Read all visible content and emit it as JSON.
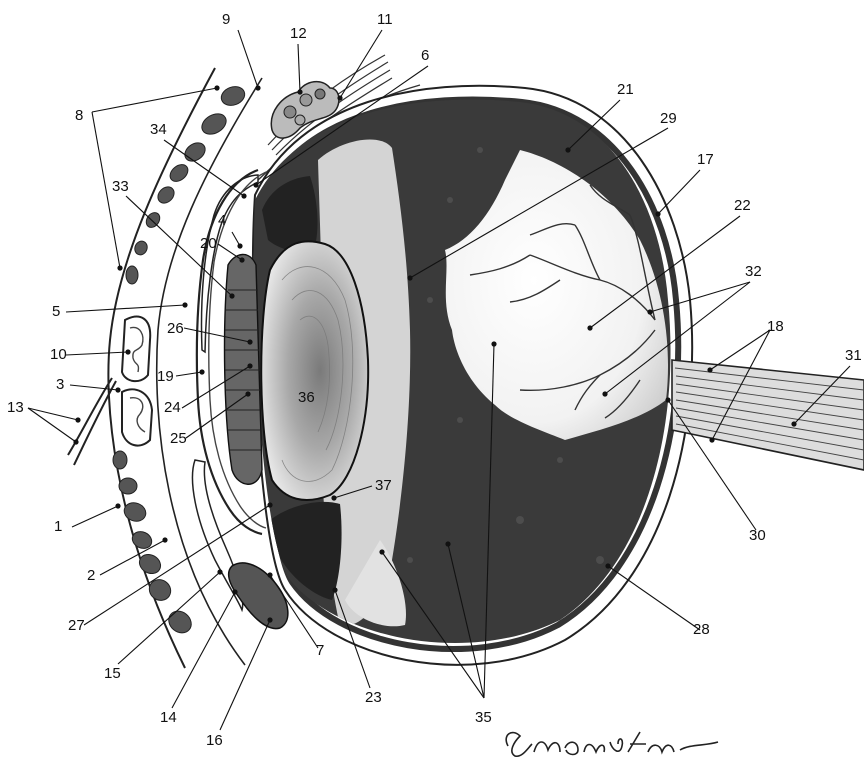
{
  "labels": [
    "1",
    "2",
    "3",
    "4",
    "5",
    "6",
    "7",
    "8",
    "9",
    "10",
    "11",
    "12",
    "13",
    "14",
    "15",
    "16",
    "17",
    "18",
    "19",
    "20",
    "21",
    "22",
    "23",
    "24",
    "25",
    "26",
    "27",
    "28",
    "29",
    "30",
    "31",
    "32",
    "33",
    "34",
    "35",
    "36",
    "37"
  ],
  "signature": "G.H.Constantinescu"
}
